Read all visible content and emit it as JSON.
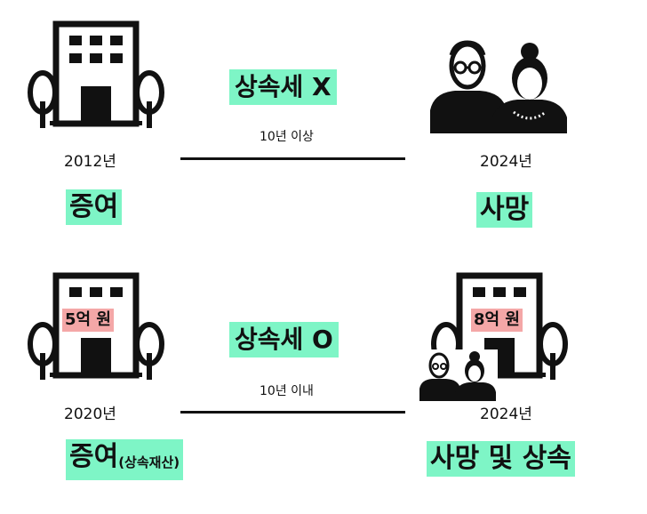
{
  "rows": [
    {
      "tax_label": "상속세 X",
      "period_label": "10년 이상",
      "left": {
        "year": "2012년",
        "event": "증여"
      },
      "right": {
        "year": "2024년",
        "event": "사망"
      }
    },
    {
      "tax_label": "상속세 O",
      "period_label": "10년 이내",
      "left": {
        "year": "2020년",
        "event": "증여",
        "event_note": "(상속재산)",
        "amount": "5억 원"
      },
      "right": {
        "year": "2024년",
        "event": "사망 및 상속",
        "amount": "8억 원"
      }
    }
  ],
  "colors": {
    "highlight_green": "#7ef5c6",
    "highlight_pink": "#f4a7a7",
    "ink": "#111111"
  },
  "icons": [
    "building-with-trees-icon",
    "elderly-couple-icon"
  ]
}
